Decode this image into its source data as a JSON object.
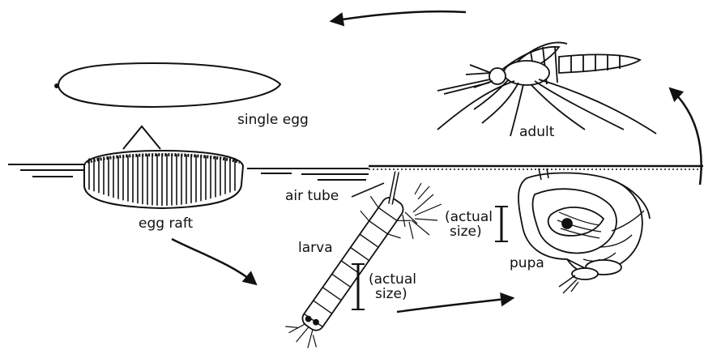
{
  "labels": {
    "single_egg": "single egg",
    "adult": "adult",
    "air_tube": "air tube",
    "egg_raft": "egg raft",
    "larva": "larva",
    "pupa": "pupa",
    "larva_scale": [
      "(actual",
      "size)"
    ],
    "pupa_scale": [
      "(actual",
      "size)"
    ]
  },
  "stages": [
    "egg raft",
    "larva",
    "pupa",
    "adult"
  ]
}
